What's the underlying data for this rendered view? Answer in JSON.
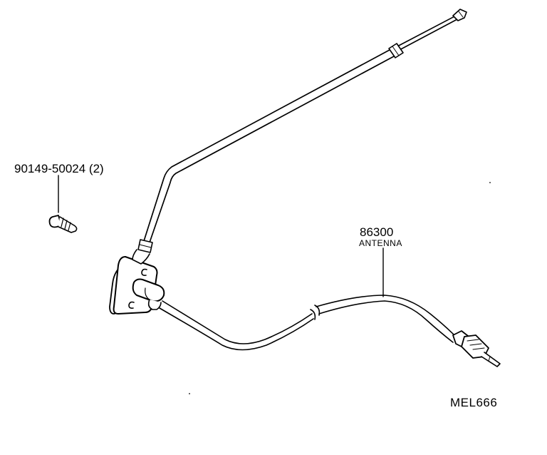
{
  "colors": {
    "ink": "#000000",
    "paper": "#ffffff"
  },
  "parts": {
    "screw": {
      "number": "90149-50024 (2)"
    },
    "antenna": {
      "number": "86300",
      "name": "ANTENNA"
    }
  },
  "diagram_code": "MEL666"
}
